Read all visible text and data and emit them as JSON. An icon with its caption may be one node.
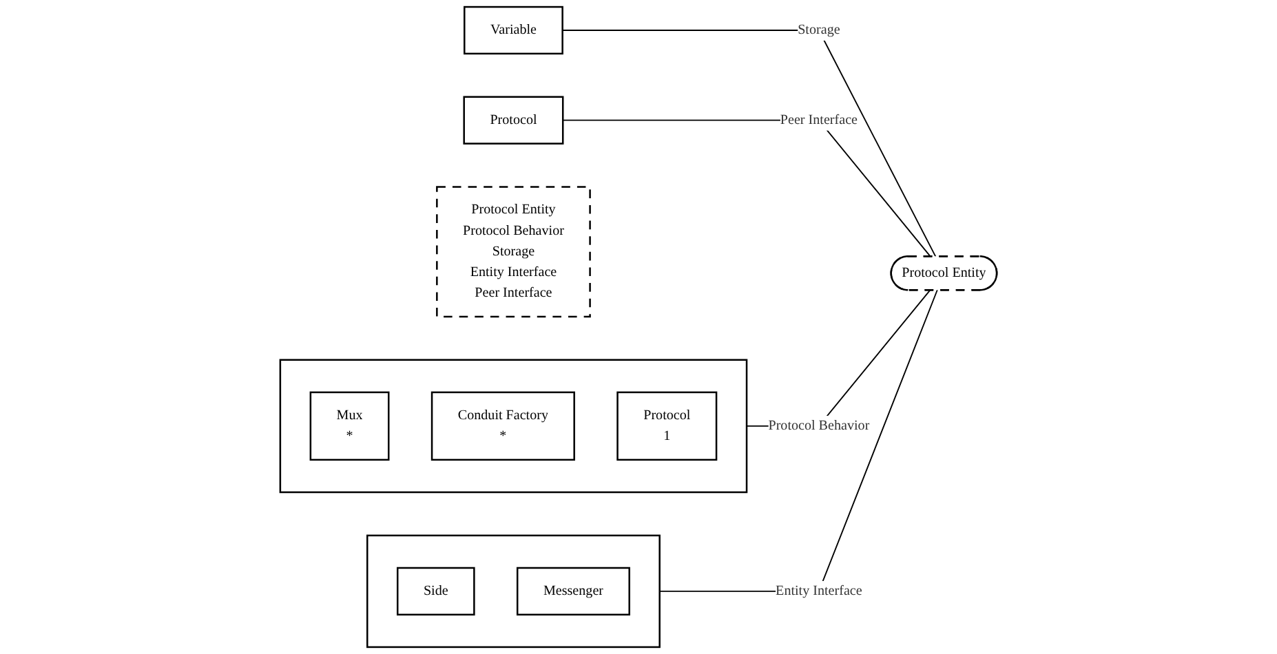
{
  "diagram": {
    "nodes": [
      {
        "text": [],
        "shape": "box"
      },
      {
        "text": [
          "Mux",
          "*"
        ],
        "in": 0
      },
      {
        "text": [
          "Conduit Factory",
          "*"
        ],
        "in": 0
      },
      {
        "text": [
          "Protocol",
          "1"
        ],
        "in": 0
      },
      {
        "text": [
          "Protocol Entity",
          "Protocol Behavior",
          "Storage",
          "Entity Interface",
          "Peer Interface"
        ]
      },
      {
        "text": [
          "Protocol Entity"
        ]
      },
      {
        "text": [
          "Variable"
        ]
      },
      {
        "text": [],
        "shape": "box"
      },
      {
        "text": [
          "Side"
        ],
        "in": 7
      },
      {
        "text": [
          "Messenger"
        ],
        "in": 7
      },
      {
        "text": [
          "Protocol"
        ]
      }
    ],
    "edges": [
      {
        "from": 0,
        "to": 5,
        "arrow": "none",
        "label": "Protocol Behavior"
      },
      {
        "from": 6,
        "to": 5,
        "arrow": "none",
        "label": "Storage"
      },
      {
        "from": 7,
        "to": 5,
        "arrow": "none",
        "label": "Entity Interface"
      },
      {
        "from": 10,
        "to": 5,
        "arrow": "none",
        "label": "Peer Interface"
      }
    ]
  }
}
